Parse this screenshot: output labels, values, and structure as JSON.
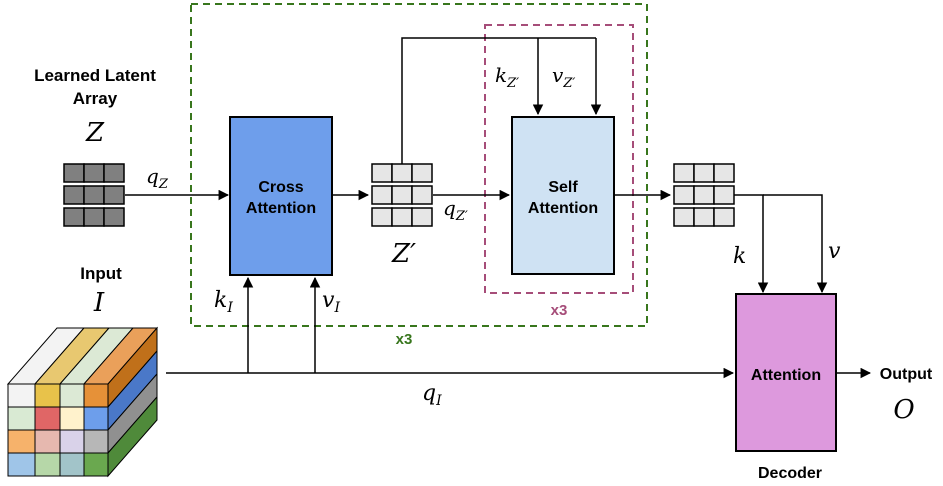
{
  "latent": {
    "title_line1": "Learned Latent",
    "title_line2": "Array",
    "symbol": "Z",
    "query_label": "q",
    "query_sub": "Z"
  },
  "input": {
    "title": "Input",
    "symbol": "I",
    "key_label": "k",
    "key_sub": "I",
    "value_label": "v",
    "value_sub": "I",
    "query_label": "q",
    "query_sub": "I"
  },
  "cross_attention": {
    "label_line1": "Cross",
    "label_line2": "Attention",
    "color": "#6e9eeb"
  },
  "latent_out": {
    "symbol": "Z′",
    "query_label": "q",
    "query_sub": "Z′",
    "key_label": "k",
    "key_sub": "Z′",
    "value_label": "v",
    "value_sub": "Z′"
  },
  "self_attention": {
    "label_line1": "Self",
    "label_line2": "Attention",
    "color": "#cfe2f3"
  },
  "repeat_outer": {
    "label": "x3",
    "color": "#38761d"
  },
  "repeat_inner": {
    "label": "x3",
    "color": "#a64d79"
  },
  "decoder": {
    "block_label": "Attention",
    "title": "Decoder",
    "color": "#dd99dd",
    "key_label": "k",
    "value_label": "v",
    "output_label": "Output",
    "output_symbol": "O"
  }
}
